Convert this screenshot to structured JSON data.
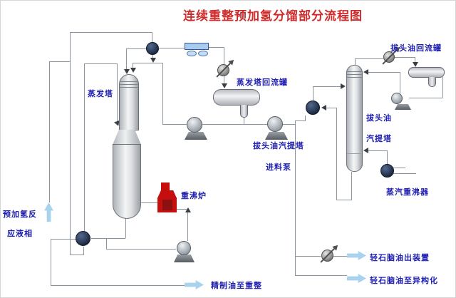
{
  "title": "连续重整预加氢分馏部分流程图",
  "labels": {
    "evaporator": "蒸发塔",
    "evap_reflux_drum": "蒸发塔回流罐",
    "topped_oil_reflux_drum": "拔头油回流罐",
    "stripper_line1": "拔头油",
    "stripper_line2": "汽提塔",
    "feed_pump_line1": "拔头油汽提塔",
    "feed_pump_line2": "进料泵",
    "steam_reboiler": "蒸汽重沸器",
    "reboiler_furnace": "重沸炉",
    "feed_line1": "预加氢反",
    "feed_line2": "应液相",
    "refined_oil_to_reforming": "精制油至重整",
    "light_naphtha_out": "轻石脑油出装置",
    "light_naphtha_to_isomerization": "轻石脑油至异构化"
  },
  "colors": {
    "title_red": "#cf2b2b",
    "label_blue": "#2020b0",
    "pipe_gray": "#8a95a0",
    "vessel_gray": "#dcdee0",
    "exchanger_navy": "#1c2942",
    "furnace_red": "#c50f0f",
    "flow_arrow_blue": "#a9d2ec",
    "air_cooler_blue": "#a9cbec"
  }
}
